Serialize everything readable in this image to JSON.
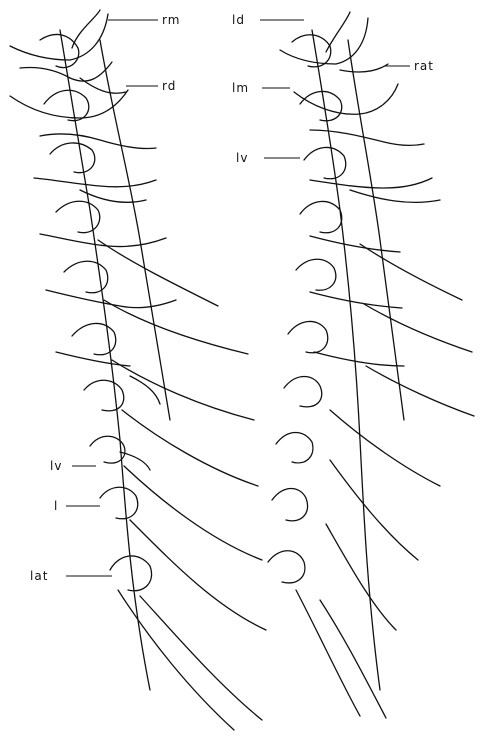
{
  "figure": {
    "left_column": {
      "labels": [
        "rm",
        "rd",
        "lv",
        "l",
        "lat"
      ]
    },
    "right_column": {
      "labels": [
        "ld",
        "rat",
        "lm",
        "lv"
      ]
    }
  }
}
